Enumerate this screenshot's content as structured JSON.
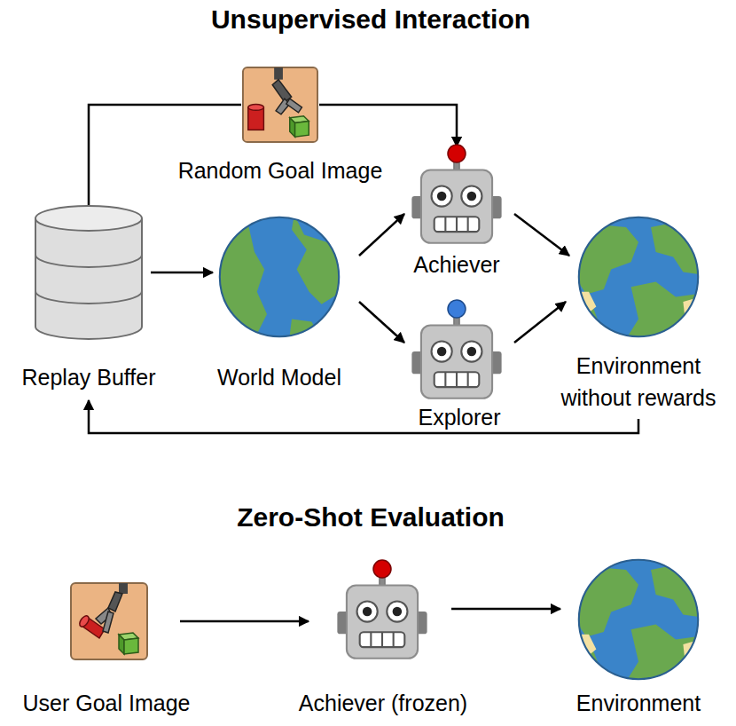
{
  "diagram": {
    "title": "Unsupervised Interaction",
    "nodes": [
      {
        "text": [
          "Random Goal Image"
        ]
      },
      {
        "text": [
          "Replay Buffer"
        ]
      },
      {
        "text": [
          "World Model"
        ]
      },
      {
        "text": [
          "Achiever"
        ]
      },
      {
        "text": [
          "Explorer"
        ]
      },
      {
        "text": [
          "Environment without rewards"
        ]
      },
      {
        "text": [
          "User Goal Image"
        ]
      },
      {
        "text": [
          "Achiever (frozen)"
        ]
      },
      {
        "text": [
          "Environment"
        ]
      }
    ],
    "edges": [
      {
        "from": 1,
        "to": 0,
        "arrow": "none"
      },
      {
        "from": 0,
        "to": 3,
        "arrow": "to"
      },
      {
        "from": 1,
        "to": 2,
        "arrow": "to"
      },
      {
        "from": 2,
        "to": 3,
        "arrow": "to"
      },
      {
        "from": 2,
        "to": 4,
        "arrow": "to"
      },
      {
        "from": 3,
        "to": 5,
        "arrow": "to"
      },
      {
        "from": 4,
        "to": 5,
        "arrow": "to"
      },
      {
        "from": 5,
        "to": 1,
        "arrow": "to"
      },
      {
        "from": 6,
        "to": 7,
        "arrow": "to"
      },
      {
        "from": 7,
        "to": 8,
        "arrow": "to"
      }
    ],
    "labels": [
      "Zero-Shot Evaluation"
    ]
  }
}
